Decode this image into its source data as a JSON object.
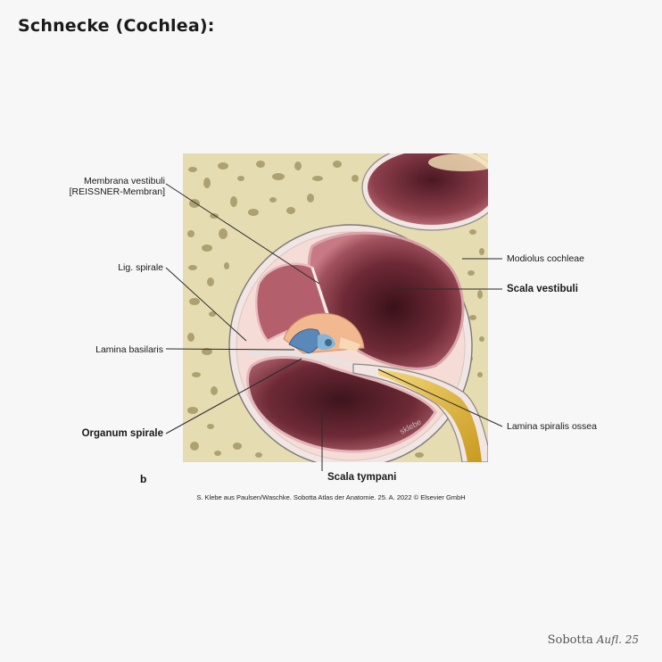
{
  "page": {
    "title": "Schnecke (Cochlea):",
    "panel_letter": "b",
    "credit": "S. Klebe aus Paulsen/Waschke. Sobotta Atlas der Anatomie. 25. A. 2022 © Elsevier GmbH",
    "footer_brand": "Sobotta",
    "footer_edition": "Aufl. 25"
  },
  "figure": {
    "watermark": "sklebe",
    "colors": {
      "bone": "#e6dcb2",
      "bone_pore": "#9c8e5c",
      "scala_outer": "#a0505d",
      "scala_inner": "#3e141d",
      "membrane": "#f1e6e4",
      "nerve": "#e8c04a"
    },
    "labels": {
      "membrana_vestibuli_1": "Membrana vestibuli",
      "membrana_vestibuli_2": "[REISSNER-Membran]",
      "lig_spirale": "Lig. spirale",
      "lamina_basilaris": "Lamina basilaris",
      "organum_spirale": "Organum spirale",
      "modiolus": "Modiolus cochleae",
      "scala_vestibuli": "Scala vestibuli",
      "lamina_spiralis": "Lamina spiralis ossea",
      "scala_tympani": "Scala tympani"
    }
  }
}
